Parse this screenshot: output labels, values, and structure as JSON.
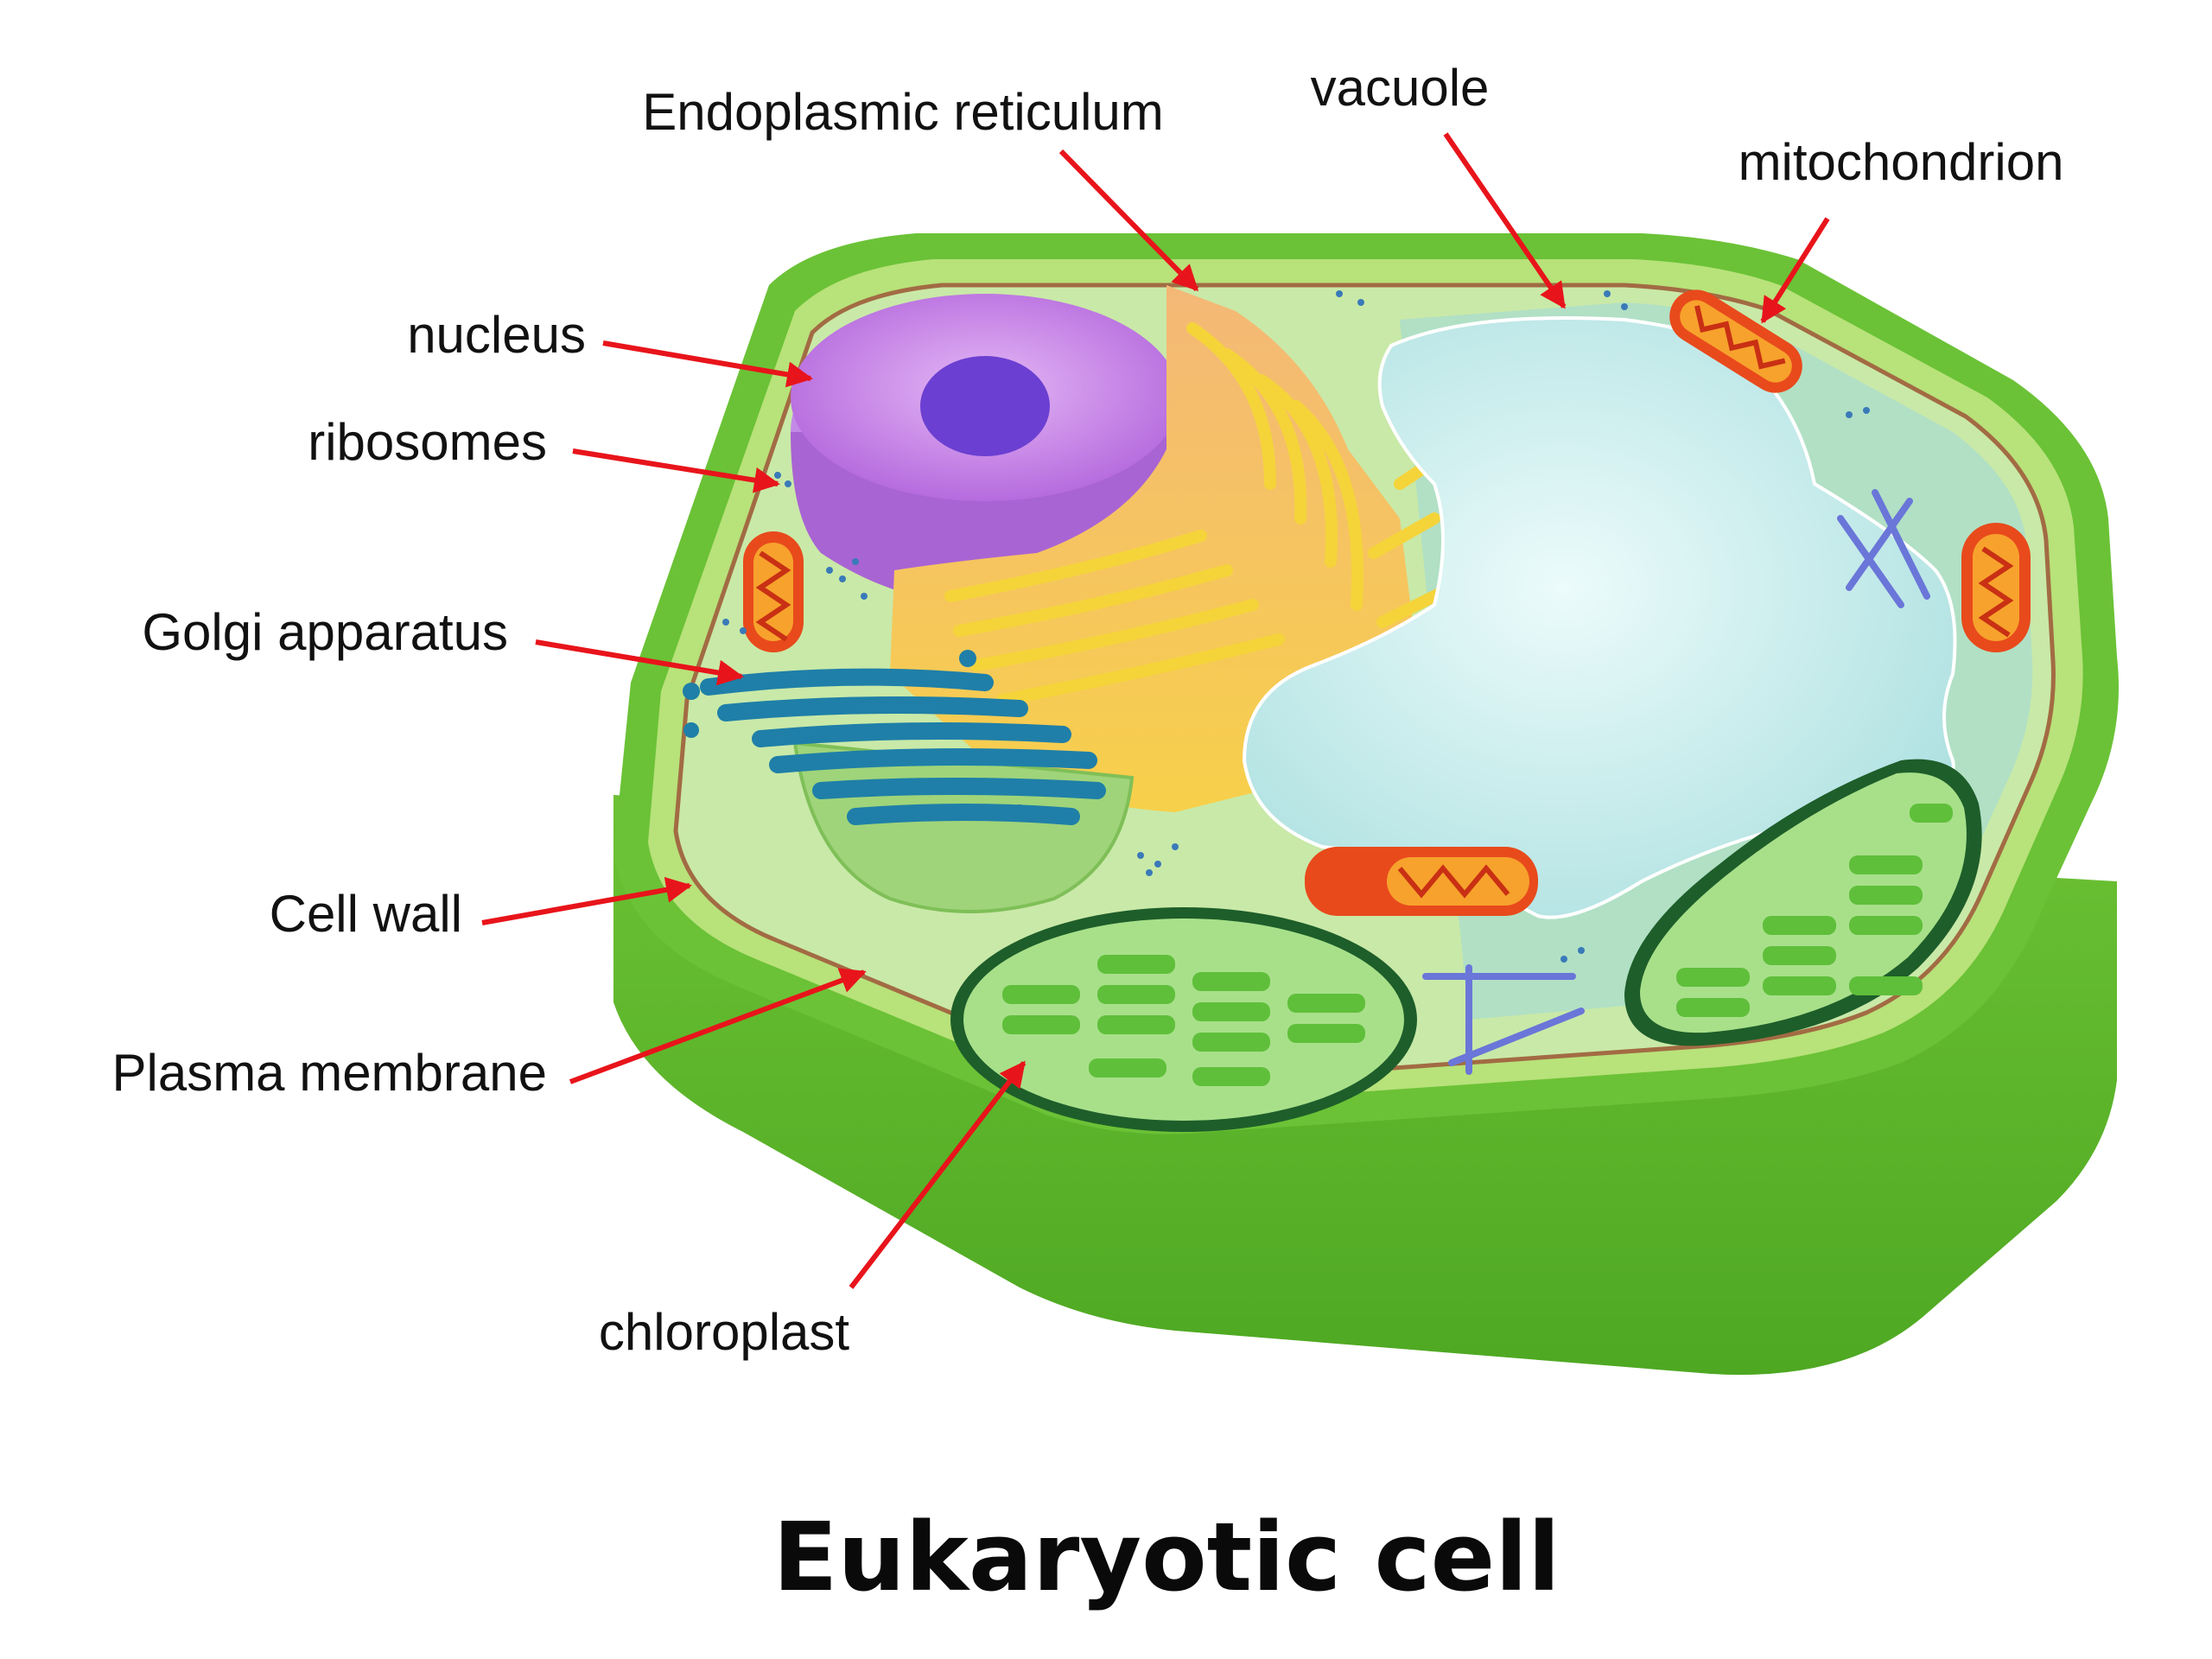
{
  "labels": {
    "endoplasmic_reticulum": "Endoplasmic reticulum",
    "vacuole": "vacuole",
    "mitochondrion": "mitochondrion",
    "nucleus": "nucleus",
    "ribosomes": "ribosomes",
    "golgi_apparatus": "Golgi apparatus",
    "cell_wall": "Cell wall",
    "plasma_membrane": "Plasma membrane",
    "chloroplast": "chloroplast"
  },
  "caption": "Eukaryotic cell",
  "colors": {
    "arrow": "#e8141b",
    "cell_wall_dark": "#5eb62a",
    "cell_wall_light": "#b8e27a",
    "cytoplasm": "#c9e9a8",
    "nucleus": "#c27fe6",
    "nucleolus": "#6b3fd1",
    "er": "#f0a75a",
    "vacuole": "#c8efef",
    "golgi": "#1f7fa8",
    "mitochondrion": "#e84a1c",
    "chloroplast": "#5fbf3a"
  }
}
